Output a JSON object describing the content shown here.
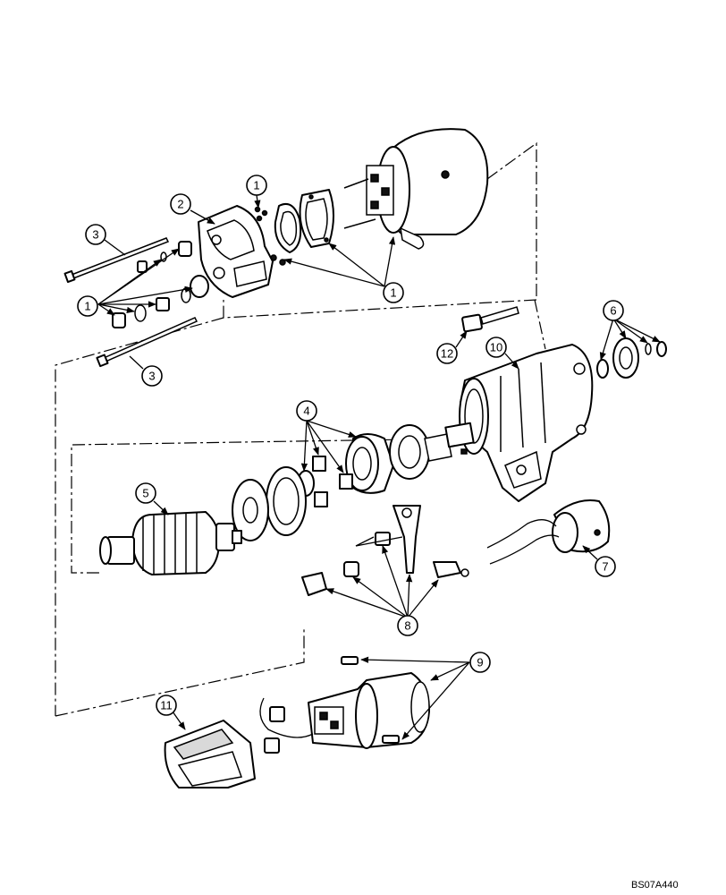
{
  "callouts": [
    {
      "id": "c1a",
      "label": "1"
    },
    {
      "id": "c1b",
      "label": "1"
    },
    {
      "id": "c1c",
      "label": "1"
    },
    {
      "id": "c2",
      "label": "2"
    },
    {
      "id": "c3a",
      "label": "3"
    },
    {
      "id": "c3b",
      "label": "3"
    },
    {
      "id": "c4",
      "label": "4"
    },
    {
      "id": "c5",
      "label": "5"
    },
    {
      "id": "c6",
      "label": "6"
    },
    {
      "id": "c7",
      "label": "7"
    },
    {
      "id": "c8",
      "label": "8"
    },
    {
      "id": "c9",
      "label": "9"
    },
    {
      "id": "c10",
      "label": "10"
    },
    {
      "id": "c11",
      "label": "11"
    },
    {
      "id": "c12",
      "label": "12"
    }
  ],
  "reference_code": "BS07A440"
}
